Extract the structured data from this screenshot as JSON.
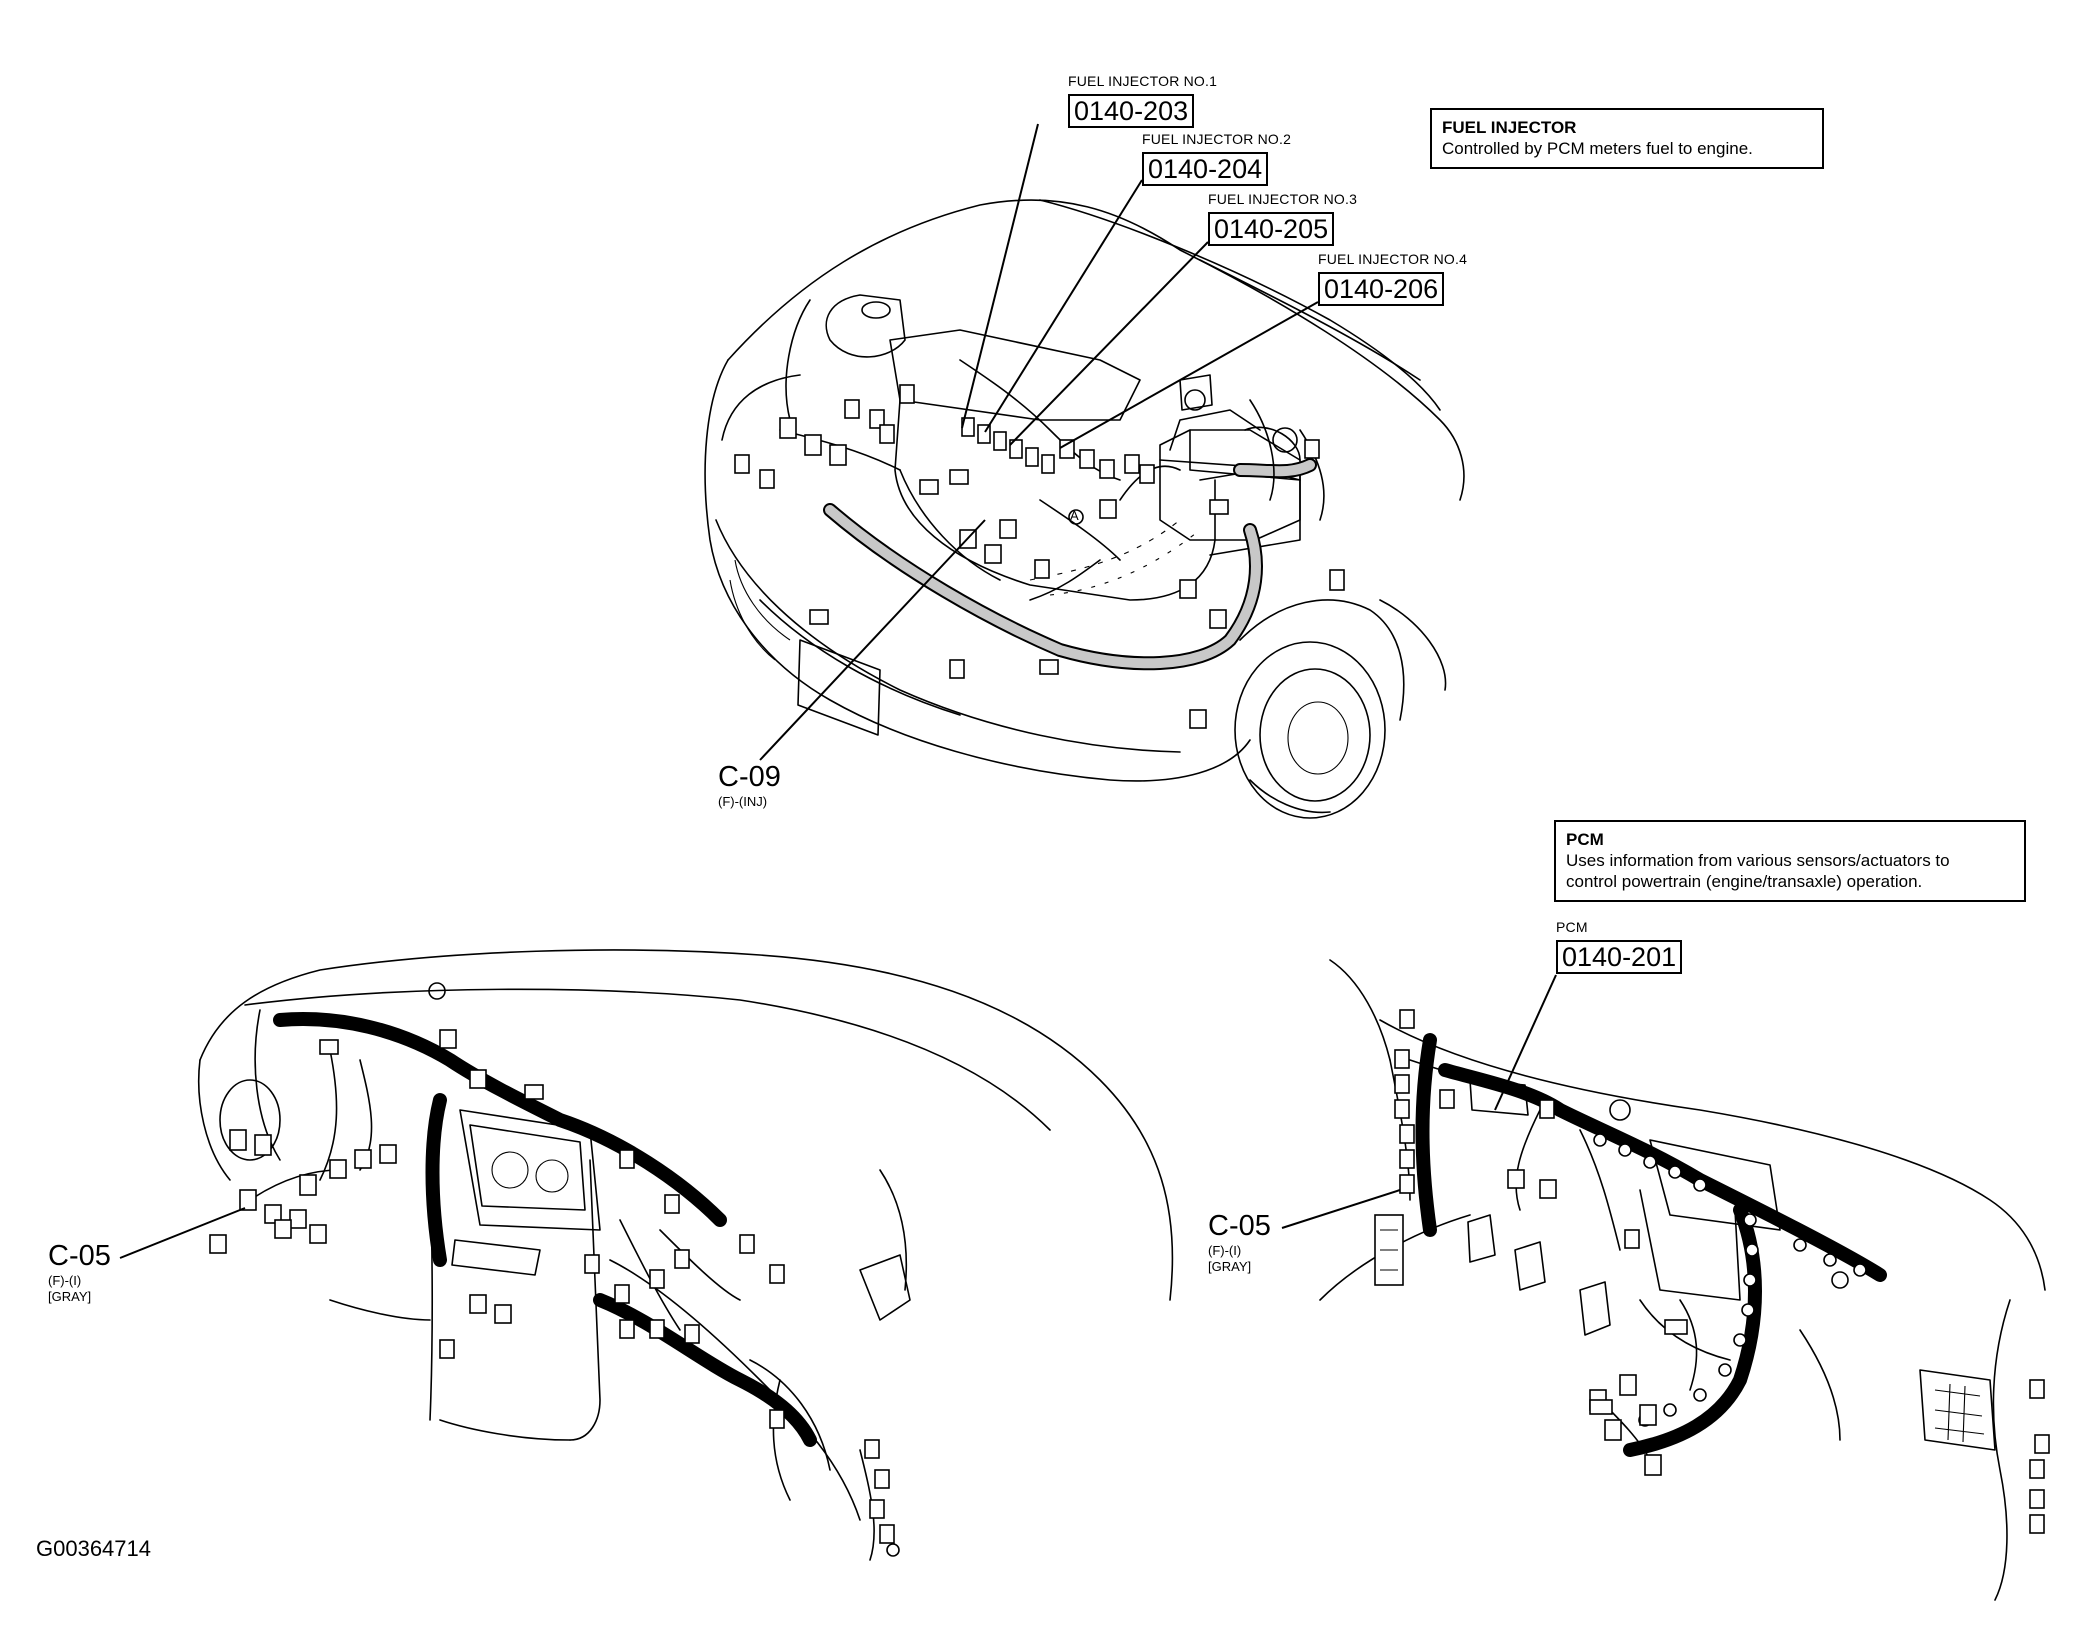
{
  "injectors": [
    {
      "name": "FUEL INJECTOR NO.1",
      "code": "0140-203"
    },
    {
      "name": "FUEL INJECTOR NO.2",
      "code": "0140-204"
    },
    {
      "name": "FUEL INJECTOR NO.3",
      "code": "0140-205"
    },
    {
      "name": "FUEL INJECTOR NO.4",
      "code": "0140-206"
    }
  ],
  "fuel_injector_info": {
    "title": "FUEL INJECTOR",
    "description": "Controlled by PCM meters fuel to engine."
  },
  "pcm_info": {
    "title": "PCM",
    "description_line1": "Uses information from various sensors/actuators to",
    "description_line2": "control powertrain (engine/transaxle) operation."
  },
  "pcm_callout": {
    "name": "PCM",
    "code": "0140-201"
  },
  "connectors": {
    "c09": {
      "id": "C-09",
      "detail": "(F)-(INJ)"
    },
    "c05_left": {
      "id": "C-05",
      "detail": "(F)-(I)",
      "color": "[GRAY]"
    },
    "c05_right": {
      "id": "C-05",
      "detail": "(F)-(I)",
      "color": "[GRAY]"
    }
  },
  "engine_marker": "A",
  "figure_id": "G00364714"
}
